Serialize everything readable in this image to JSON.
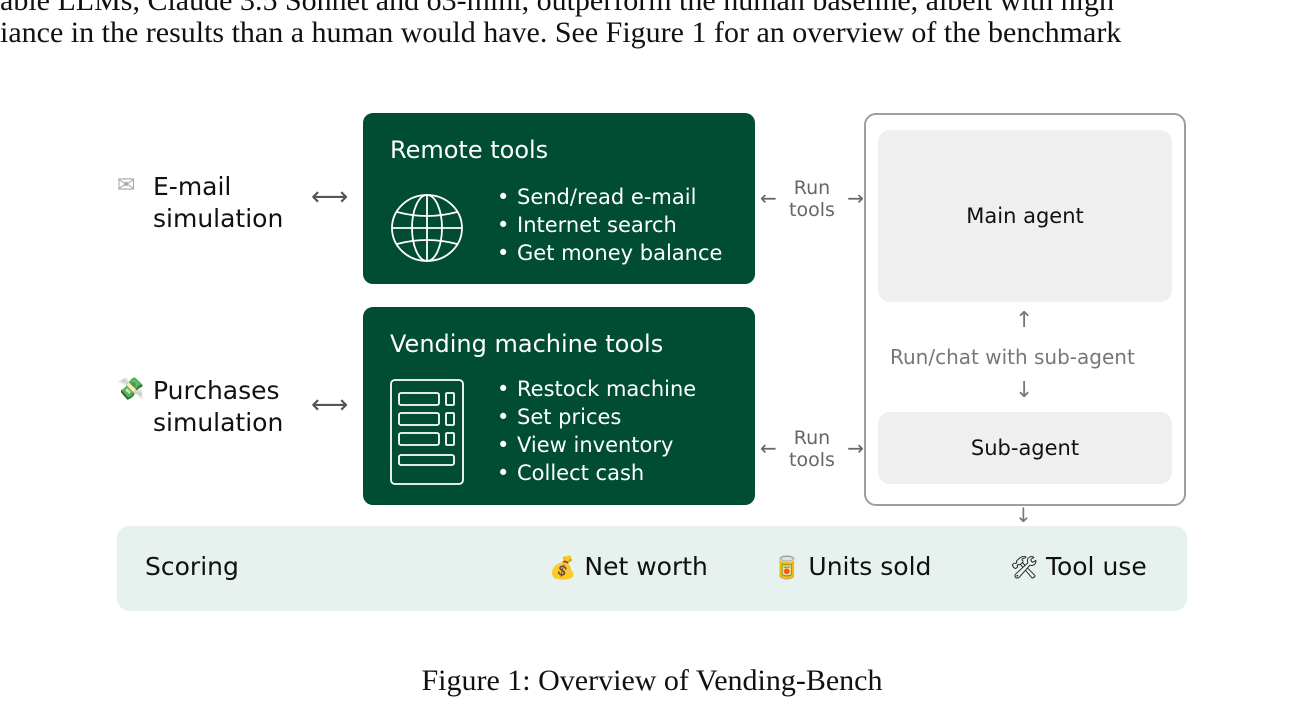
{
  "paper_text": {
    "line1": "able LLMs, Claude 3.5 Sonnet and o3-mini, outperform the human baseline, albeit with high",
    "line2": "iance in the results than a human would have. See Figure 1 for an overview of the benchmark"
  },
  "figure": {
    "simulations": [
      {
        "icon": "envelope-icon",
        "glyph": "✉",
        "label_line1": "E-mail",
        "label_line2": "simulation"
      },
      {
        "icon": "money-wings-icon",
        "glyph": "💸",
        "label_line1": "Purchases",
        "label_line2": "simulation"
      }
    ],
    "tool_boxes": [
      {
        "title": "Remote tools",
        "icon": "globe-icon",
        "items": [
          "Send/read e-mail",
          "Internet search",
          "Get money balance"
        ]
      },
      {
        "title": "Vending machine tools",
        "icon": "vending-machine-icon",
        "items": [
          "Restock machine",
          "Set prices",
          "View inventory",
          "Collect cash"
        ]
      }
    ],
    "run_tools": {
      "line1": "Run",
      "line2": "tools"
    },
    "agents": {
      "main": "Main agent",
      "sub": "Sub-agent",
      "link_label": "Run/chat with sub-agent"
    },
    "scoring": {
      "label": "Scoring",
      "metrics": [
        {
          "icon": "money-bag-icon",
          "glyph": "💰",
          "label": "Net worth"
        },
        {
          "icon": "can-icon",
          "glyph": "🥫",
          "label": "Units sold"
        },
        {
          "icon": "tools-icon",
          "glyph": "🛠",
          "label": "Tool use"
        }
      ]
    }
  },
  "caption": "Figure 1: Overview of Vending-Bench",
  "colors": {
    "tool_box": "#004d34",
    "agent_box": "#efefef",
    "scoring_bg": "#e7f1ee",
    "frame": "#9e9e9e"
  }
}
